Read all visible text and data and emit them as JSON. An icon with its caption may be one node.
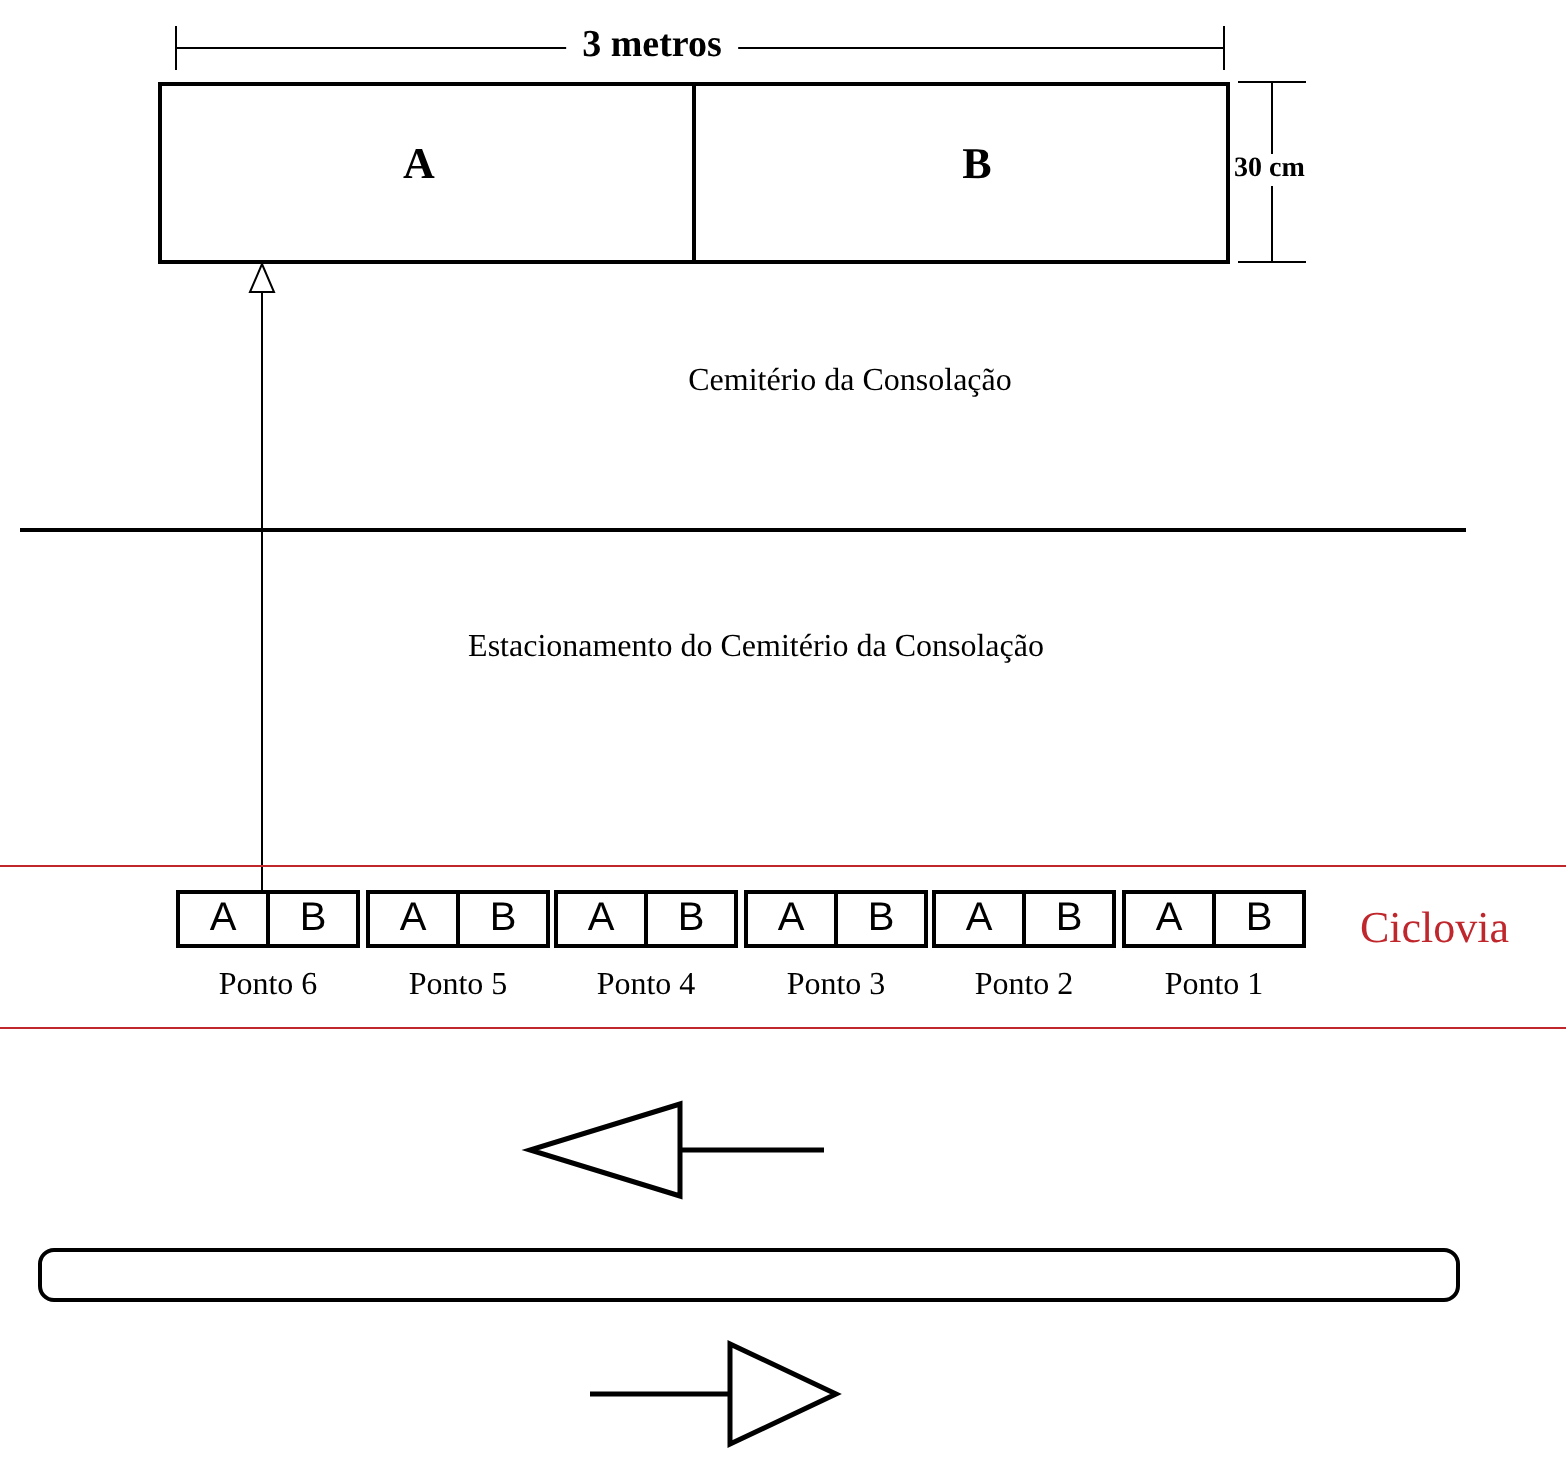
{
  "diagram": {
    "nodes": [
      {
        "text": [
          "A"
        ]
      },
      {
        "text": [
          "B"
        ],
        "beside": [
          "30 cm"
        ]
      },
      {
        "text": [
          "A",
          "B"
        ],
        "beside": [
          "Ponto 6"
        ]
      },
      {
        "text": [
          "A",
          "B"
        ],
        "beside": [
          "Ponto 5"
        ]
      },
      {
        "text": [
          "A",
          "B"
        ],
        "beside": [
          "Ponto 4"
        ]
      },
      {
        "text": [
          "A",
          "B"
        ],
        "beside": [
          "Ponto 3"
        ]
      },
      {
        "text": [
          "A",
          "B"
        ],
        "beside": [
          "Ponto 2"
        ]
      },
      {
        "text": [
          "A",
          "B"
        ],
        "beside": [
          "Ponto 1"
        ]
      }
    ],
    "edges": [
      {
        "from": 2,
        "to": 0,
        "arrow": "to"
      }
    ],
    "labels": [
      "3 metros",
      "Cemitério da Consolação",
      "Estacionamento do Cemitério da Consolação",
      "Ciclovia"
    ]
  }
}
